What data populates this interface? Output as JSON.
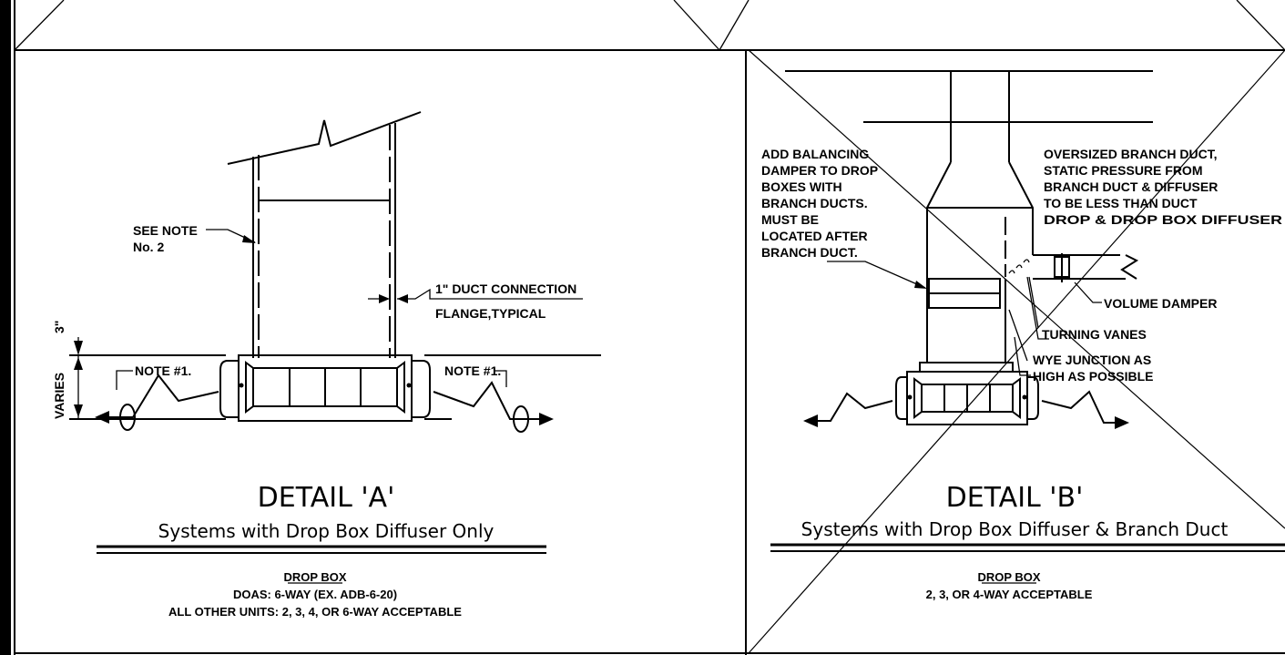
{
  "detail_a": {
    "labels": {
      "see_note": "SEE NOTE",
      "note_no": "No. 2",
      "duct_connection": "1\" DUCT CONNECTION",
      "flange": "FLANGE,TYPICAL",
      "dim_3": "3\"",
      "dim_varies": "VARIES",
      "note1_left": "NOTE #1.",
      "note1_right": "NOTE #1."
    },
    "title": "DETAIL 'A'",
    "subtitle": "Systems with Drop Box Diffuser Only",
    "drop_box_heading": "DROP BOX",
    "drop_box_line1": "DOAS: 6-WAY (EX. ADB-6-20)",
    "drop_box_line2": "ALL OTHER UNITS: 2, 3, 4, OR 6-WAY ACCEPTABLE"
  },
  "detail_b": {
    "left_note": [
      "ADD BALANCING",
      "DAMPER TO DROP",
      "BOXES WITH",
      "BRANCH DUCTS.",
      "MUST BE",
      "LOCATED AFTER",
      "BRANCH DUCT."
    ],
    "right_note": [
      "OVERSIZED BRANCH DUCT,",
      "STATIC PRESSURE FROM",
      "BRANCH DUCT & DIFFUSER",
      "TO BE LESS THAN DUCT",
      "DROP & DROP BOX DIFFUSER"
    ],
    "labels": {
      "volume_damper": "VOLUME DAMPER",
      "turning_vanes": "TURNING VANES",
      "wye_line1": "WYE JUNCTION AS",
      "wye_line2": "HIGH AS POSSIBLE"
    },
    "title": "DETAIL 'B'",
    "subtitle": "Systems with Drop Box Diffuser & Branch Duct",
    "drop_box_heading": "DROP BOX",
    "drop_box_line1": "2, 3, OR 4-WAY ACCEPTABLE"
  }
}
